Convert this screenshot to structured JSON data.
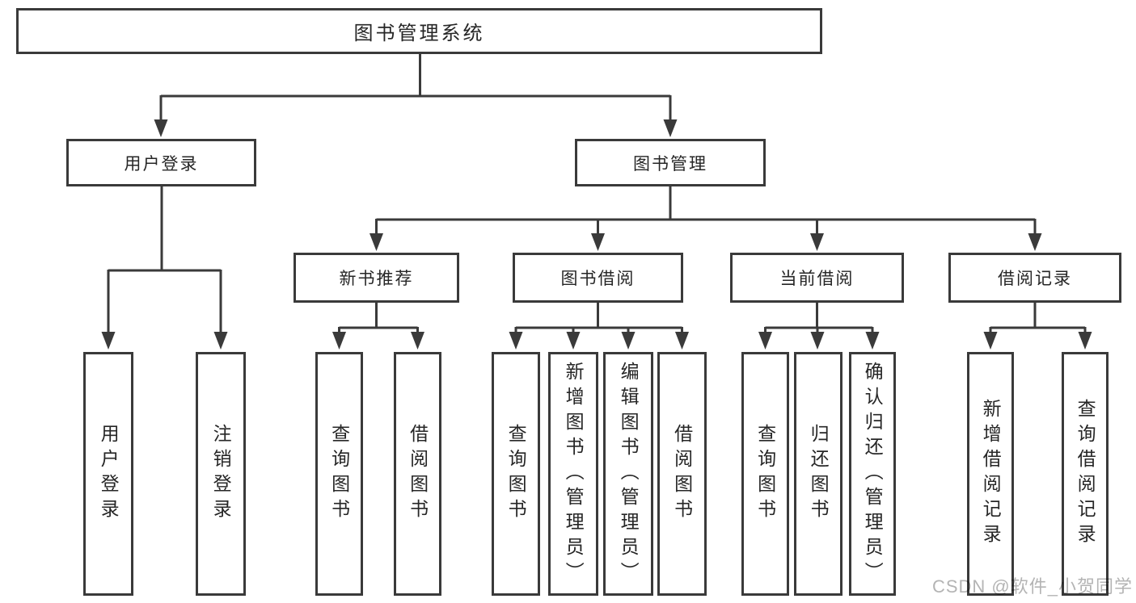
{
  "watermark": "CSDN @软件_小贺同学",
  "colors": {
    "line": "#3a3a3a",
    "text": "#262626",
    "background": "#ffffff",
    "watermark": "#b4b4b4"
  },
  "tree": {
    "root": "图书管理系统",
    "branches": [
      {
        "label": "用户登录",
        "children": [
          "用户登录",
          "注销登录"
        ]
      },
      {
        "label": "图书管理",
        "children": [
          {
            "label": "新书推荐",
            "children": [
              "查询图书",
              "借阅图书"
            ]
          },
          {
            "label": "图书借阅",
            "children": [
              "查询图书",
              "新增图书（管理员）",
              "编辑图书（管理员）",
              "借阅图书"
            ]
          },
          {
            "label": "当前借阅",
            "children": [
              "查询图书",
              "归还图书",
              "确认归还（管理员）"
            ]
          },
          {
            "label": "借阅记录",
            "children": [
              "新增借阅记录",
              "查询借阅记录"
            ]
          }
        ]
      }
    ]
  }
}
